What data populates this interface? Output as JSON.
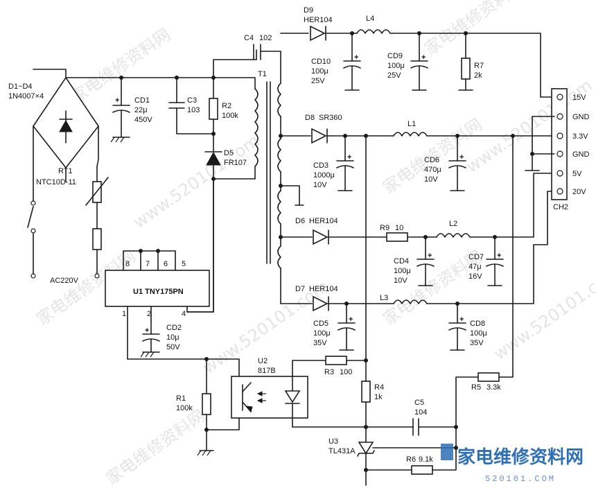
{
  "components": {
    "bridge": {
      "ref": "D1~D4",
      "value": "1N4007×4"
    },
    "rt1": {
      "ref": "RT1",
      "value": "NTC10D-11"
    },
    "ac": {
      "label": "AC220V"
    },
    "cd1": {
      "ref": "CD1",
      "v1": "22μ",
      "v2": "450V"
    },
    "c3": {
      "ref": "C3",
      "value": "103"
    },
    "r2": {
      "ref": "R2",
      "value": "100k"
    },
    "d5": {
      "ref": "D5",
      "value": "FR107"
    },
    "c4": {
      "ref": "C4",
      "value": "102"
    },
    "t1": {
      "ref": "T1"
    },
    "u1": {
      "label": "U1 TNY175PN",
      "pins": [
        "8",
        "7",
        "6",
        "5",
        "1",
        "2",
        "4"
      ]
    },
    "cd2": {
      "ref": "CD2",
      "v1": "10μ",
      "v2": "50V"
    },
    "d9": {
      "ref": "D9",
      "value": "HER104"
    },
    "l4": {
      "ref": "L4"
    },
    "cd10": {
      "ref": "CD10",
      "v1": "100μ",
      "v2": "25V"
    },
    "cd9": {
      "ref": "CD9",
      "v1": "100μ",
      "v2": "25V"
    },
    "r7": {
      "ref": "R7",
      "value": "2k"
    },
    "d8": {
      "ref": "D8",
      "value": "SR360"
    },
    "l1": {
      "ref": "L1"
    },
    "cd3": {
      "ref": "CD3",
      "v1": "1000μ",
      "v2": "10V"
    },
    "cd6": {
      "ref": "CD6",
      "v1": "470μ",
      "v2": "10V"
    },
    "d6": {
      "ref": "D6",
      "value": "HER104"
    },
    "r9": {
      "ref": "R9",
      "value": "10"
    },
    "l2": {
      "ref": "L2"
    },
    "cd4": {
      "ref": "CD4",
      "v1": "100μ",
      "v2": "10V"
    },
    "cd7": {
      "ref": "CD7",
      "v1": "47μ",
      "v2": "16V"
    },
    "d7": {
      "ref": "D7",
      "value": "HER104"
    },
    "l3": {
      "ref": "L3"
    },
    "cd5": {
      "ref": "CD5",
      "v1": "100μ",
      "v2": "35V"
    },
    "cd8": {
      "ref": "CD8",
      "v1": "100μ",
      "v2": "35V"
    },
    "ch2": {
      "ref": "CH2",
      "pins": [
        "15V",
        "GND",
        "3.3V",
        "GND",
        "5V",
        "20V"
      ]
    },
    "u2": {
      "ref": "U2",
      "value": "817B"
    },
    "r3": {
      "ref": "R3",
      "value": "100"
    },
    "r1": {
      "ref": "R1",
      "value": "100k"
    },
    "r4": {
      "ref": "R4",
      "value": "1k"
    },
    "r5": {
      "ref": "R5",
      "value": "3.3k"
    },
    "c5": {
      "ref": "C5",
      "value": "104"
    },
    "u3": {
      "ref": "U3",
      "value": "TL431A"
    },
    "r6": {
      "ref": "R6",
      "value": "9.1k"
    }
  },
  "watermark": {
    "text": "家电维修资料网",
    "url": "www.520101.com",
    "logo": "家电维修资料网",
    "logo_url": "520101.COM",
    "color": "#2e6fb5"
  }
}
